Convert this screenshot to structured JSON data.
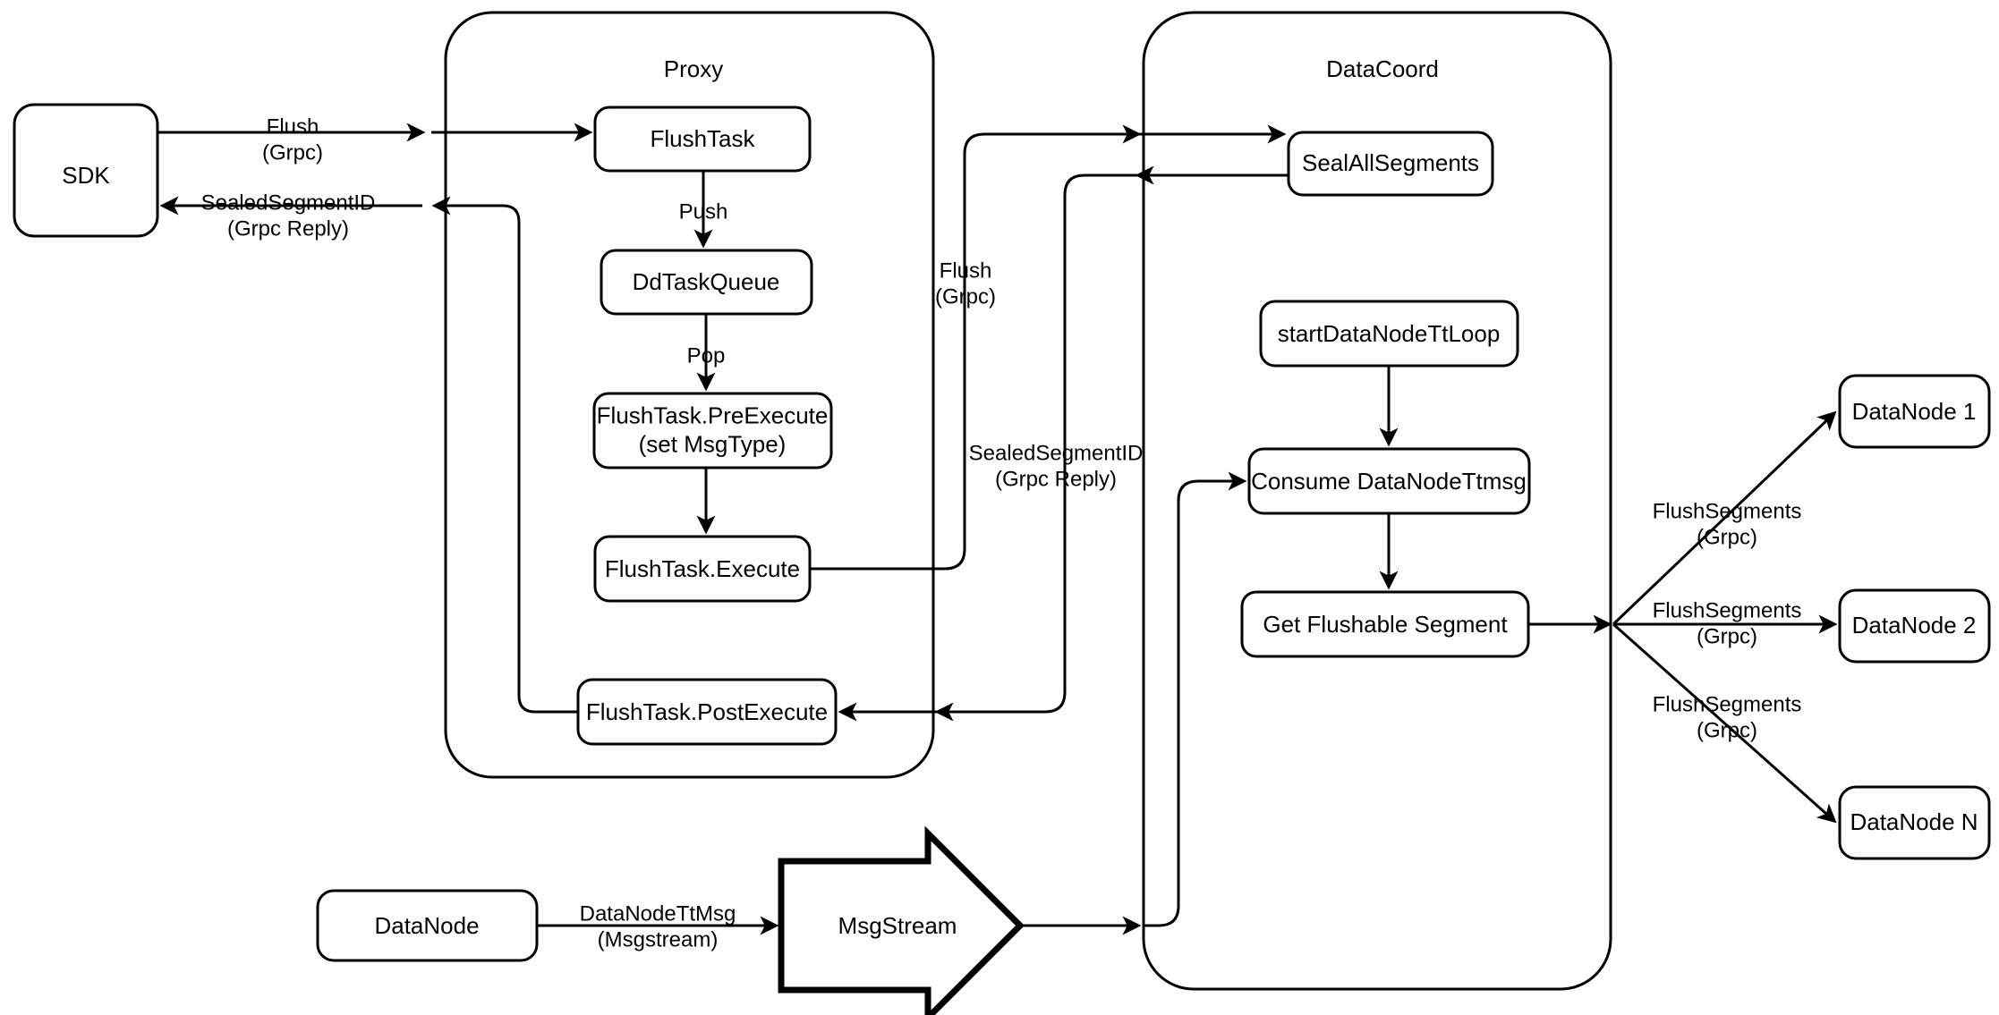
{
  "diagram": {
    "title": "Milvus Flush Flow",
    "background": "#ffffff",
    "stroke": "#000000",
    "fill": "#ffffff"
  },
  "containers": [
    {
      "id": "proxy",
      "title": "Proxy"
    },
    {
      "id": "datacoord",
      "title": "DataCoord"
    }
  ],
  "nodes": {
    "sdk": {
      "label": "SDK"
    },
    "flushtask": {
      "label": "FlushTask"
    },
    "ddtaskqueue": {
      "label": "DdTaskQueue"
    },
    "preexecute": {
      "label": "FlushTask.PreExecute\n(set MsgType)"
    },
    "execute": {
      "label": "FlushTask.Execute"
    },
    "postexecute": {
      "label": "FlushTask.PostExecute"
    },
    "sealall": {
      "label": "SealAllSegments"
    },
    "ttloop": {
      "label": "startDataNodeTtLoop"
    },
    "consume": {
      "label": "Consume DataNodeTtmsg"
    },
    "getflushable": {
      "label": "Get Flushable Segment"
    },
    "datanode1": {
      "label": "DataNode 1"
    },
    "datanode2": {
      "label": "DataNode 2"
    },
    "datanodeN": {
      "label": "DataNode N"
    },
    "datanode_src": {
      "label": "DataNode"
    },
    "msgstream": {
      "label": "MsgStream"
    }
  },
  "edge_labels": {
    "sdk_to_proxy": "Flush\n(Grpc)",
    "proxy_to_sdk": "SealedSegmentID\n(Grpc Reply)",
    "push": "Push",
    "pop": "Pop",
    "proxy_to_coord": "Flush\n(Grpc)",
    "coord_to_proxy": "SealedSegmentID\n(Grpc Reply)",
    "flushsegments_1": "FlushSegments\n(Grpc)",
    "flushsegments_2": "FlushSegments\n(Grpc)",
    "flushsegments_n": "FlushSegments\n(Grpc)",
    "datanode_ttmsg": "DataNodeTtMsg\n(Msgstream)"
  }
}
